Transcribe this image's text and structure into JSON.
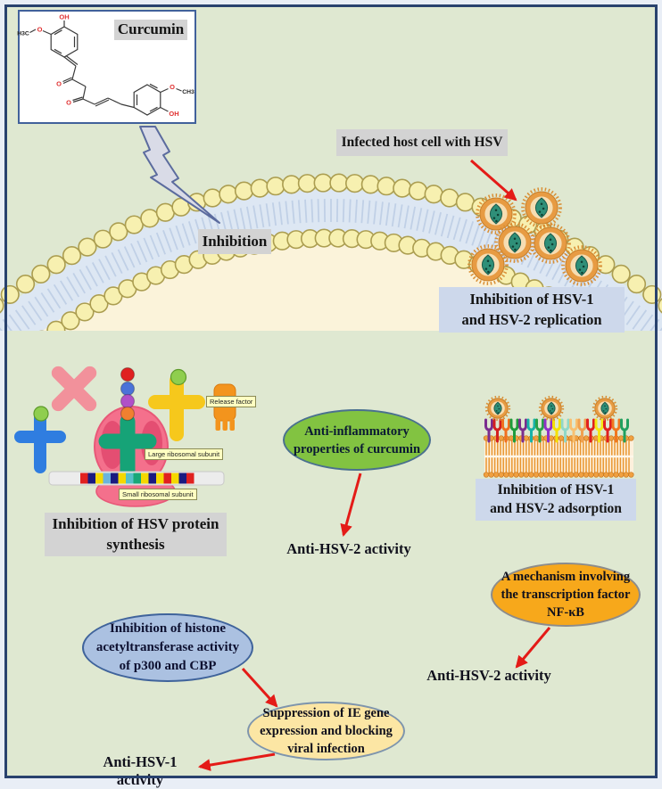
{
  "palette": {
    "background": "#dfe8d1",
    "outer_background": "#e9eef6",
    "frame_border": "#29426e",
    "cell_interior": "#fbf3da",
    "membrane_band": "#dde7f3",
    "membrane_tail": "#bccce4",
    "membrane_head_fill": "#f7f0b0",
    "membrane_head_stroke": "#ab9d50",
    "gray_label_bg": "#d3d3d3",
    "blue_label_bg": "#cdd8eb",
    "yellow_label_bg": "#ffffc2",
    "arrow_red": "#e41b17",
    "bolt_fill": "#d9dbe7",
    "bolt_stroke": "#5b6b9e",
    "virus_ring": "#e79b43",
    "virus_inner": "#f6ddb2",
    "virus_capsid": "#2f8f78",
    "adsorption_lipid": "#e8952f",
    "receptor_colors": [
      "#7b2d8e",
      "#d42020",
      "#f07020",
      "#1e9c3c",
      "#7b2d8e",
      "#18b2a8",
      "#28a048",
      "#9030c8",
      "#f5e000",
      "#90d8c8",
      "#f8c070",
      "#f0a050",
      "#e02020",
      "#f5e814",
      "#e02020",
      "#f07820",
      "#20a060"
    ],
    "mrna_colors": [
      "#e02020",
      "#1a1a80",
      "#f5d800",
      "#6ab4dc",
      "#1a1a80",
      "#f5d800",
      "#56c0c8",
      "#17a878",
      "#f5d800",
      "#1a1a80",
      "#f5d800",
      "#e02020",
      "#f5d800",
      "#1a1a80",
      "#e02020"
    ]
  },
  "curcumin_panel": {
    "title": "Curcumin",
    "atoms": {
      "oh_top": "OH",
      "h3c": "H3C",
      "o_methoxy1": "O",
      "o_ketone1": "O",
      "o_ketone2": "O",
      "o_methoxy2": "O",
      "ch3": "CH3",
      "oh_bottom": "OH"
    }
  },
  "top_section": {
    "inhibition_label": "Inhibition",
    "infected_label": "Infected host cell with HSV",
    "replication_label": {
      "lines": [
        "Inhibition of HSV-1",
        "and HSV-2 replication"
      ]
    }
  },
  "ribosome": {
    "release_factor_label": "Release factor",
    "large_subunit_label": "Large ribosomal subunit",
    "small_subunit_label": "Small ribosomal subunit",
    "caption": {
      "lines": [
        "Inhibition of HSV protein",
        "synthesis"
      ]
    }
  },
  "adsorption": {
    "label": {
      "lines": [
        "Inhibition of HSV-1",
        "and HSV-2 adsorption"
      ]
    }
  },
  "ellipses": {
    "green": {
      "lines": [
        "Anti-inflammatory",
        "properties of curcumin"
      ],
      "fill": "#82c341",
      "stroke": "#4a708f"
    },
    "orange": {
      "lines": [
        "A mechanism involving",
        "the transcription factor",
        "NF-κB"
      ],
      "fill": "#f7a81b",
      "stroke": "#8c8c8c"
    },
    "blue": {
      "lines": [
        "Inhibition of histone",
        "acetyltransferase activity",
        "of p300 and CBP"
      ],
      "fill": "#abc1e1",
      "stroke": "#3f639b"
    },
    "yellow": {
      "lines": [
        "Suppression of IE gene",
        "expression and blocking",
        "viral infection"
      ],
      "fill": "#fce6a4",
      "stroke": "#7e95ad"
    }
  },
  "outcomes": {
    "anti_hsv2_center": "Anti-HSV-2 activity",
    "anti_hsv2_right": "Anti-HSV-2 activity",
    "anti_hsv1": "Anti-HSV-1 activity"
  }
}
